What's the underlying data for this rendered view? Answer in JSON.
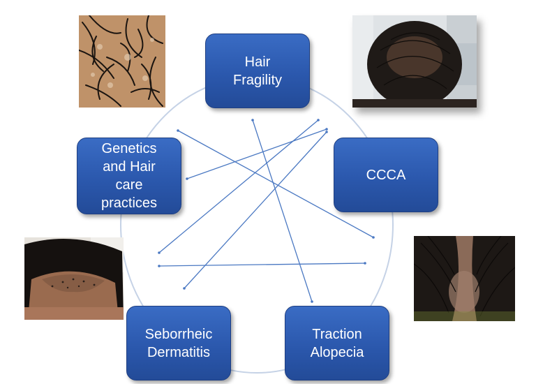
{
  "nodes": {
    "hair_fragility": "Hair\nFragility",
    "ccca": "CCCA",
    "traction_alopecia": "Traction\nAlopecia",
    "seborrheic_dermatitis": "Seborrheic\nDermatitis",
    "genetics": "Genetics\nand Hair\ncare\npractices"
  },
  "colors": {
    "node_fill": "#2b58ad",
    "node_border": "#1f3f82",
    "circle_stroke": "#c5d2e6",
    "connector": "#4a78c2",
    "node_text": "#ffffff"
  },
  "photos": [
    {
      "id": "scalp-closeup-photo",
      "subject": "dermoscopy of scalp with broken hairs"
    },
    {
      "id": "crown-thinning-photo",
      "subject": "top of head with thinning hair"
    },
    {
      "id": "hairline-loss-photo",
      "subject": "frontal hairline loss"
    },
    {
      "id": "part-scaling-photo",
      "subject": "scalp part with scaling"
    }
  ]
}
